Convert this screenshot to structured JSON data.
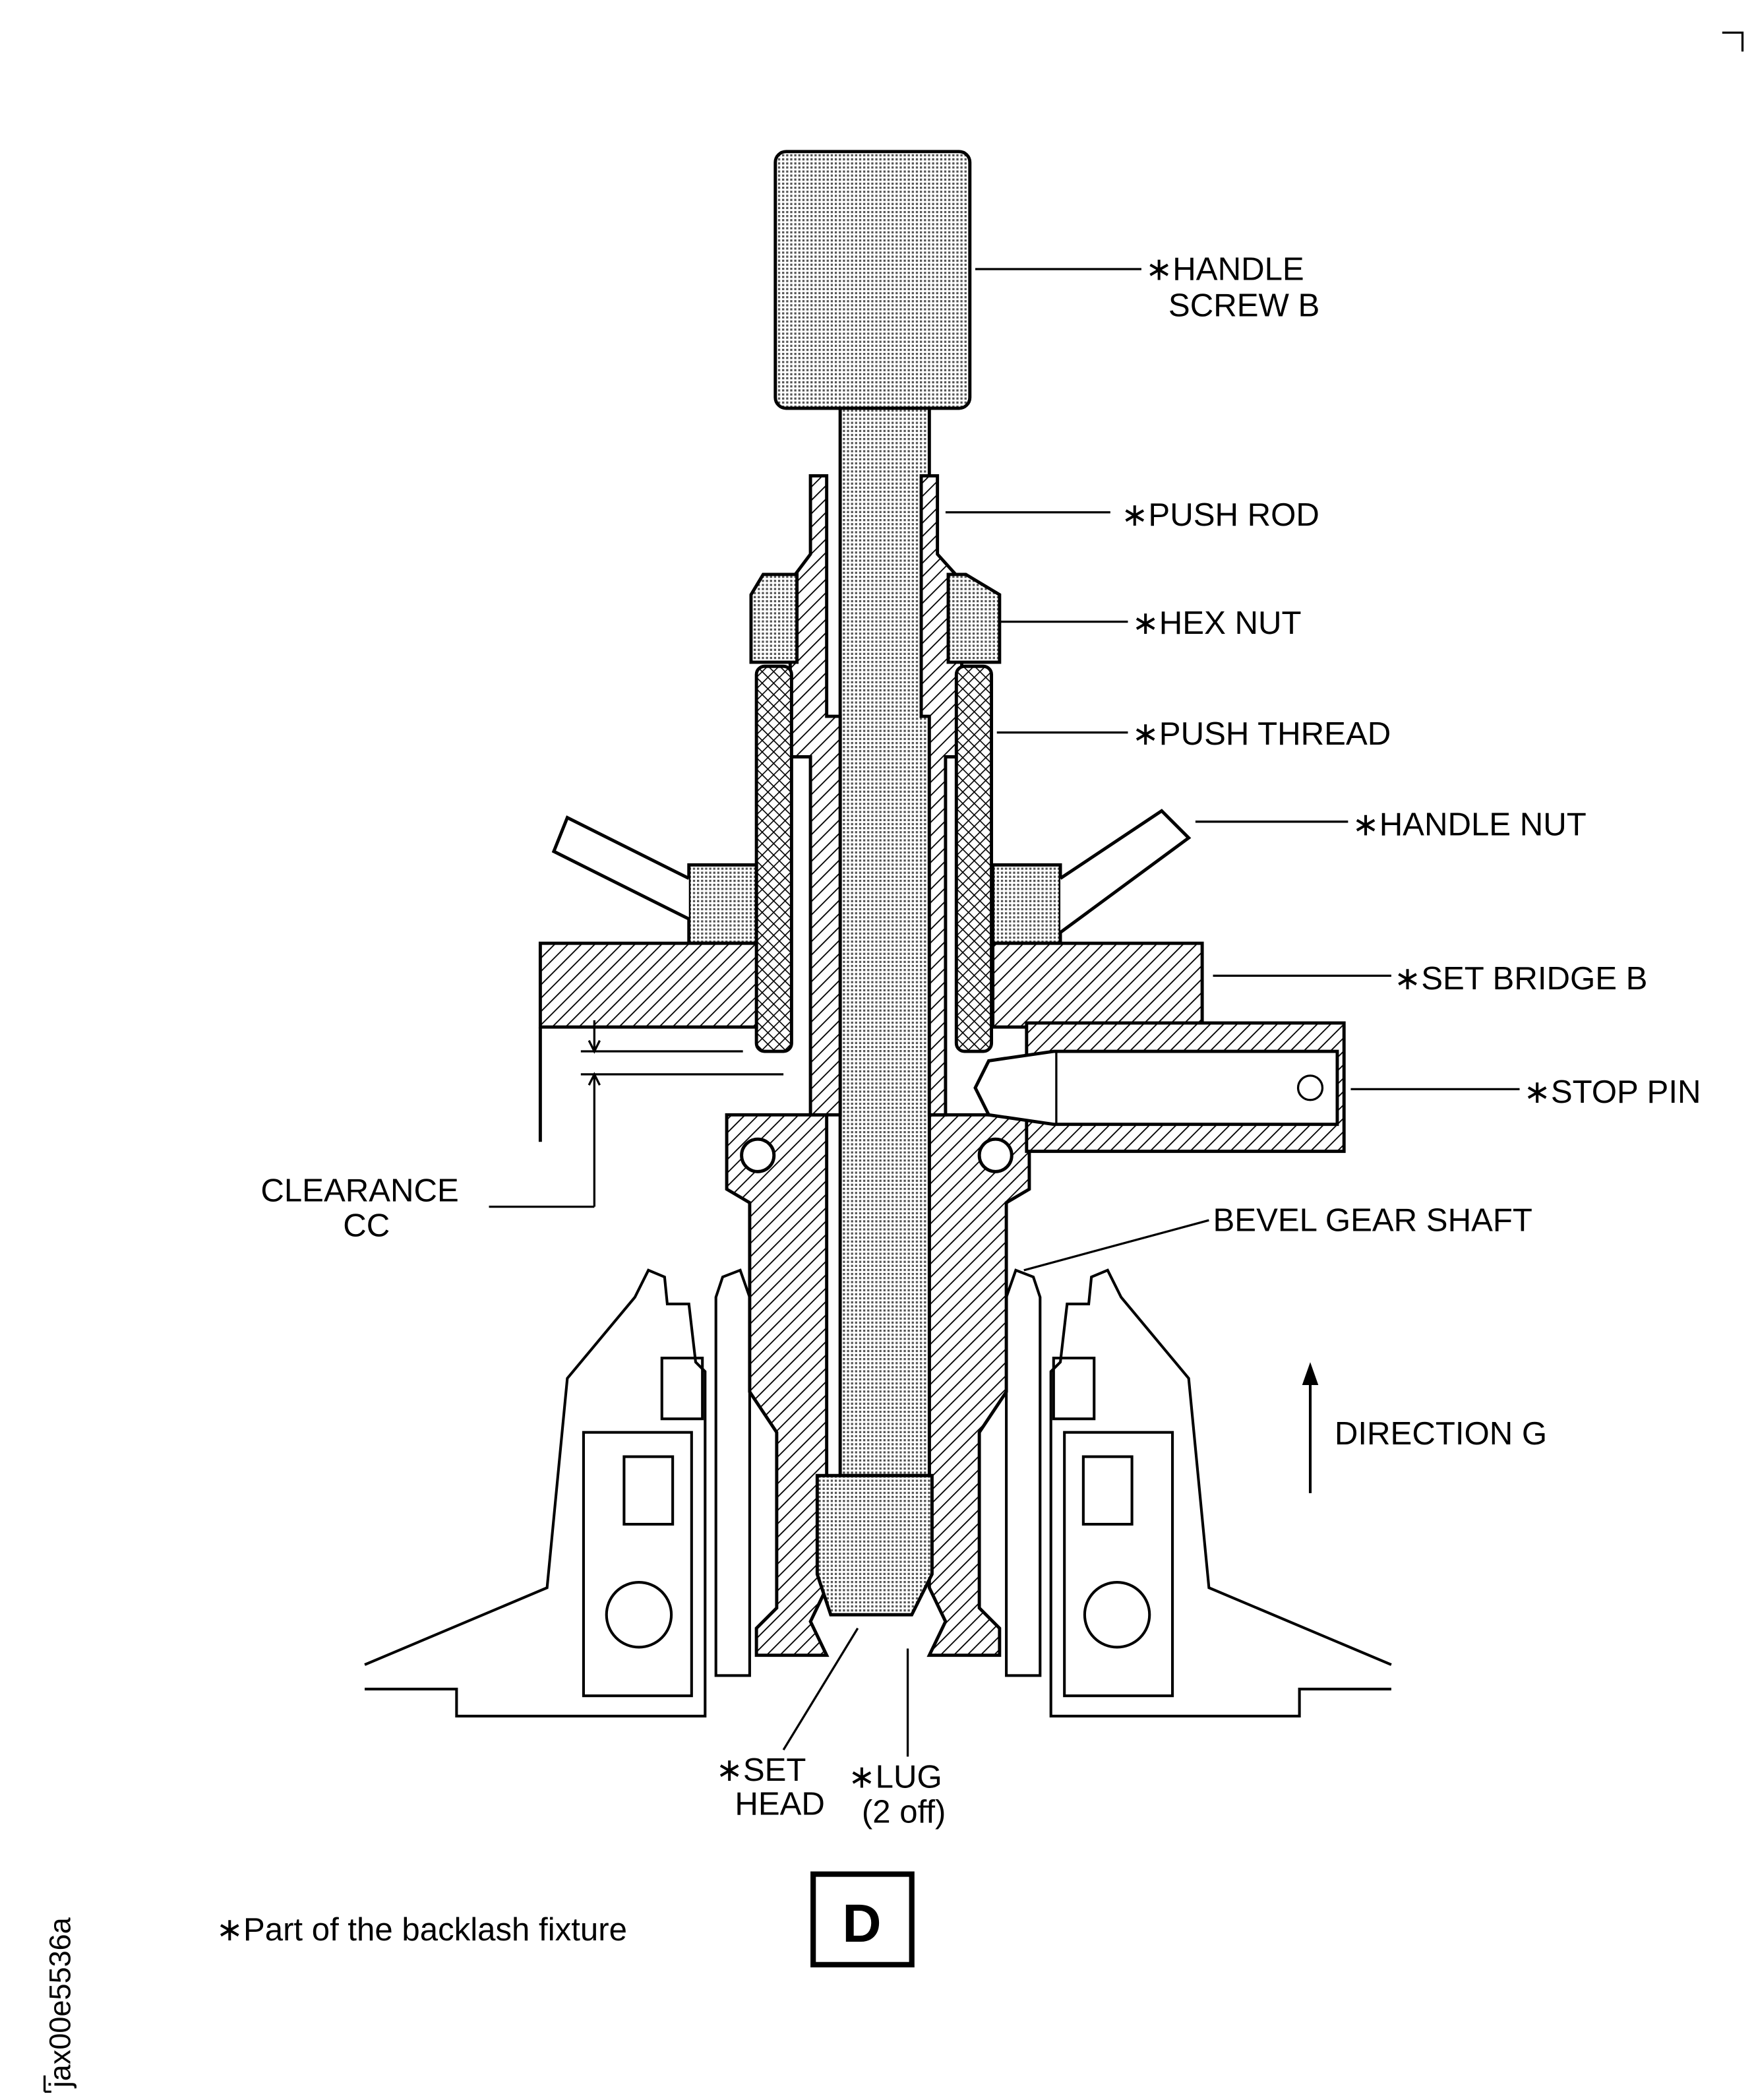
{
  "figure_id": "jax00e5536a",
  "view_label": "D",
  "footnote": "∗Part of the backlash fixture",
  "labels": {
    "handle_screw_1": "∗HANDLE",
    "handle_screw_2": "SCREW B",
    "push_rod": "∗PUSH ROD",
    "hex_nut": "∗HEX NUT",
    "push_thread": "∗PUSH THREAD",
    "handle_nut": "∗HANDLE NUT",
    "set_bridge": "∗SET BRIDGE B",
    "stop_pin": "∗STOP PIN",
    "clearance_1": "CLEARANCE",
    "clearance_2": "CC",
    "bevel_gear_shaft": "BEVEL GEAR SHAFT",
    "direction": "DIRECTION G",
    "set_head_1": "∗SET",
    "set_head_2": "HEAD",
    "lug_1": "∗LUG",
    "lug_2": "(2 off)"
  }
}
